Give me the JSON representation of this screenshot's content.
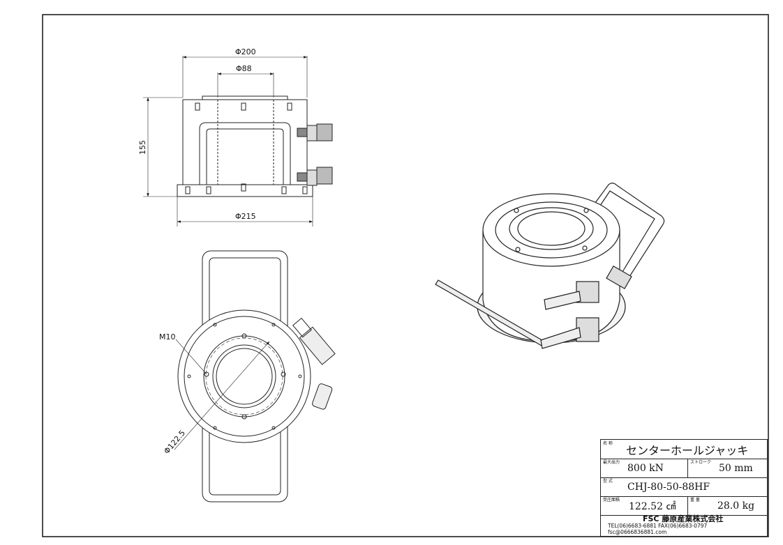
{
  "dimensions": {
    "dia_200": "Φ200",
    "dia_88": "Φ88",
    "height_155": "155",
    "dia_215": "Φ215",
    "thread_m10": "M10",
    "dia_122_5": "Φ122.5"
  },
  "title_block": {
    "name_label": "名 称",
    "name_value": "センターホールジャッキ",
    "max_output_label": "最大出力",
    "max_output_value": "800 kN",
    "stroke_label": "ストローク",
    "stroke_value": "50 mm",
    "model_label": "型 式",
    "model_value": "CHJ-80-50-88HF",
    "area_label": "受圧面積",
    "area_value": "122.52 ㎠",
    "weight_label": "重 量",
    "weight_value": "28.0 kg",
    "company": "FSC 藤原産業株式会社",
    "phone": "TEL(06)6683-6881 FAX(06)6683-0797",
    "email": "fsc@0666836881.com"
  }
}
